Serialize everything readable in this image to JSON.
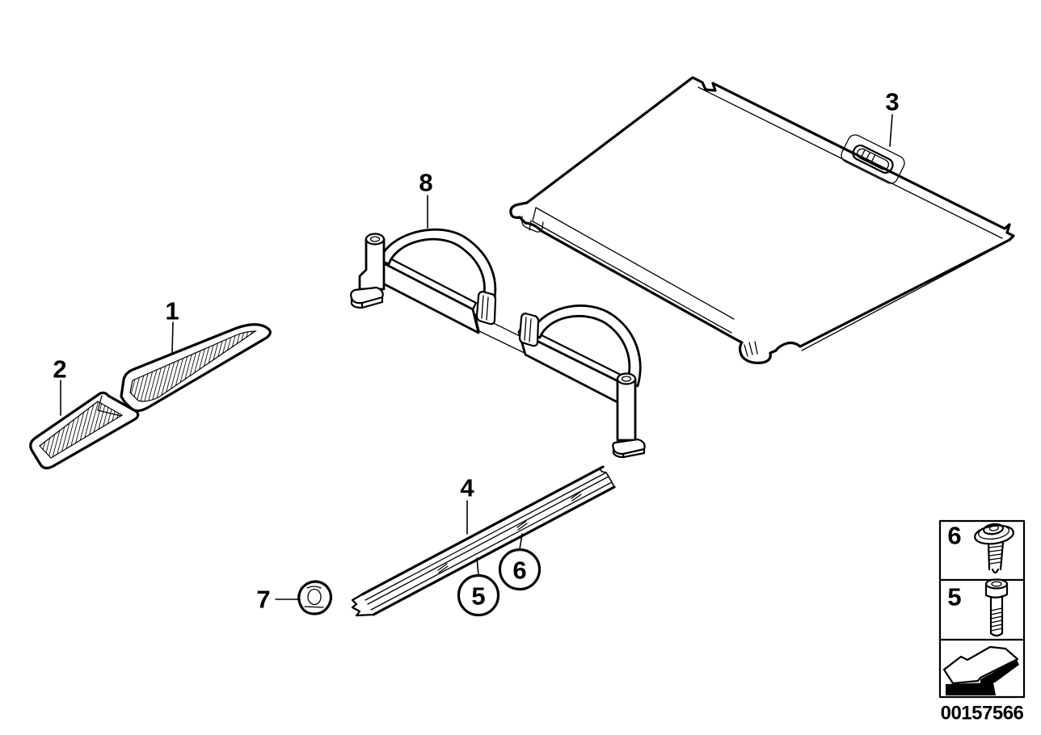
{
  "colors": {
    "ink": "#000000",
    "paper": "#ffffff"
  },
  "callouts": {
    "c1": "1",
    "c2": "2",
    "c3": "3",
    "c4": "4",
    "c5": "5",
    "c6": "6",
    "c7": "7",
    "c8": "8"
  },
  "legend": {
    "row_top_label": "6",
    "row_bottom_label": "5"
  },
  "footer": {
    "doc_number": "00157566"
  }
}
